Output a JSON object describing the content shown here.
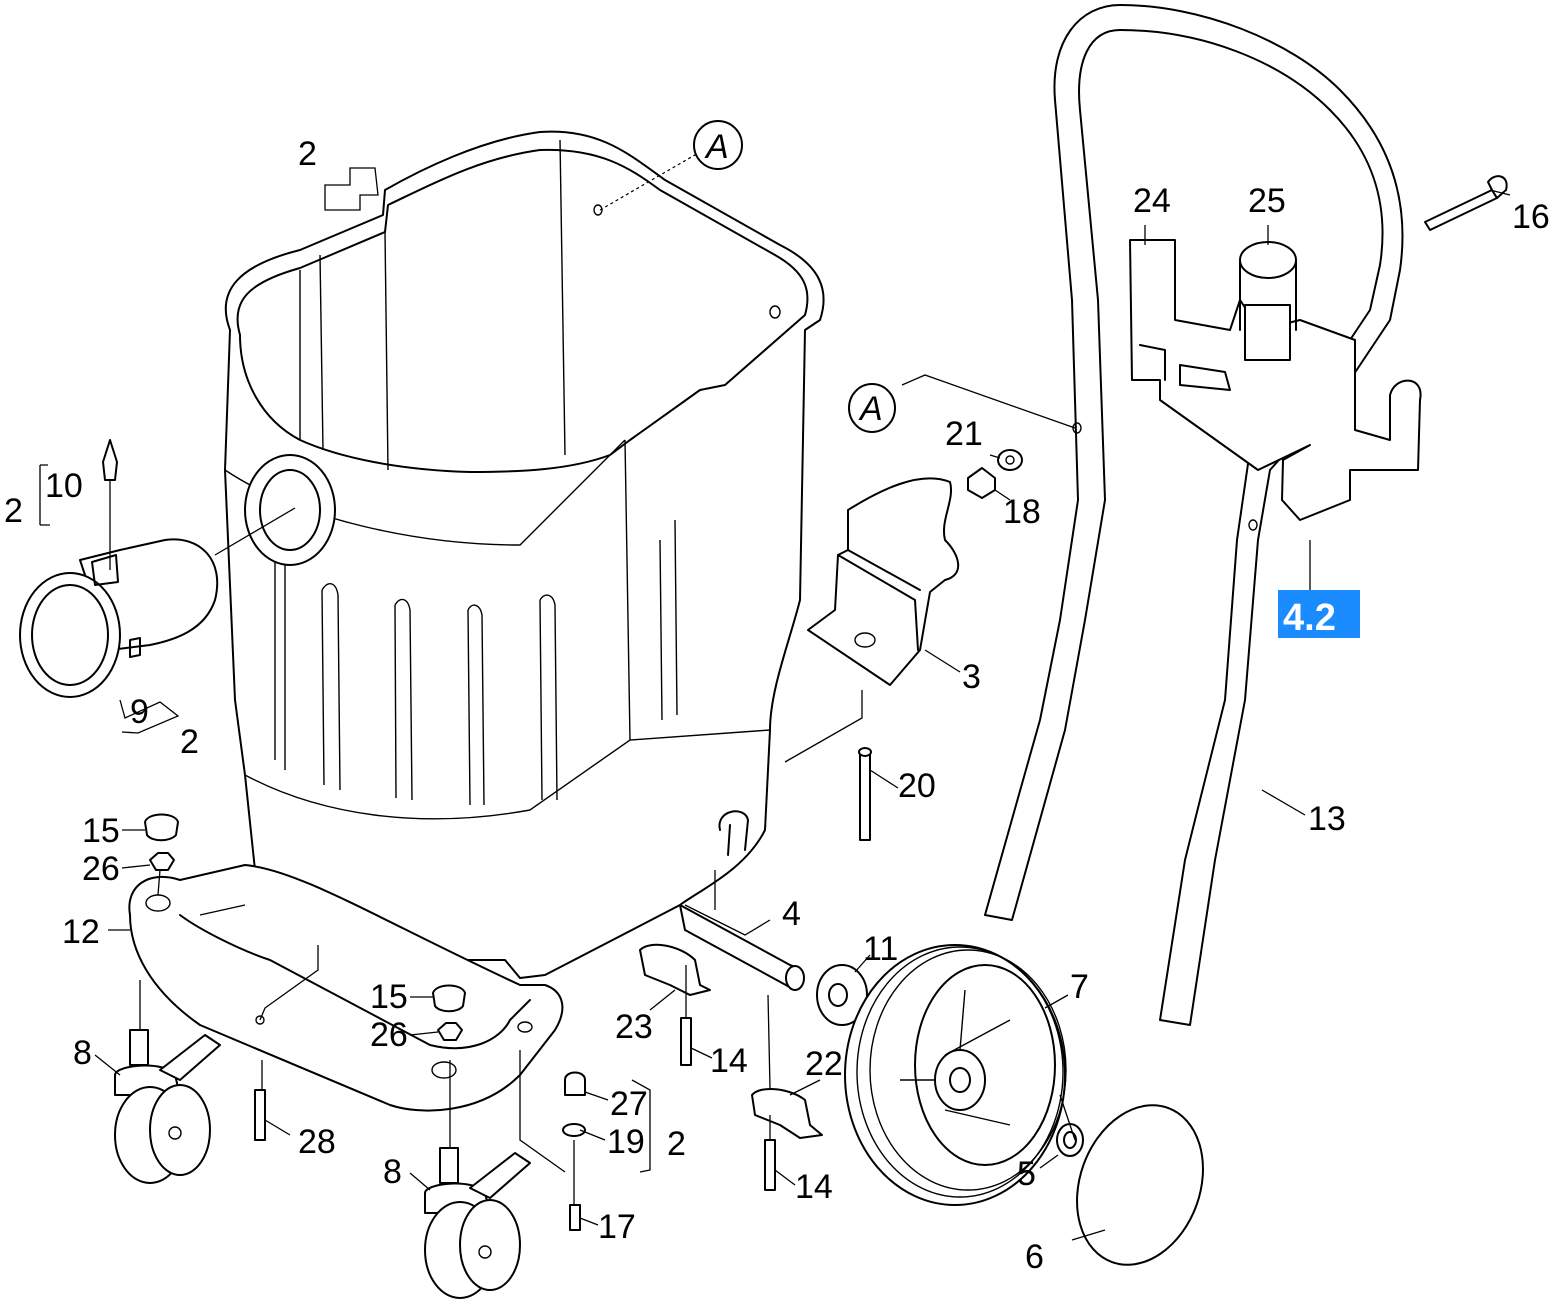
{
  "labels": {
    "tank_top_2": "2",
    "ref_a_top": "A",
    "ref_a_mid": "A",
    "l10": "10",
    "l2_left": "2",
    "l9": "9",
    "l2_under9": "2",
    "l24": "24",
    "l25": "25",
    "l16": "16",
    "l21": "21",
    "l18": "18",
    "l3": "3",
    "l20": "20",
    "l13": "13",
    "l15a": "15",
    "l26a": "26",
    "l12": "12",
    "l4": "4",
    "l11": "11",
    "l7": "7",
    "l15b": "15",
    "l26b": "26",
    "l23": "23",
    "l14a": "14",
    "l22": "22",
    "l8a": "8",
    "l28": "28",
    "l27": "27",
    "l19": "19",
    "l2_right": "2",
    "l5": "5",
    "l14b": "14",
    "l8b": "8",
    "l17": "17",
    "l6": "6"
  },
  "badge": {
    "text": "4.2",
    "color": "#1a8cff"
  }
}
